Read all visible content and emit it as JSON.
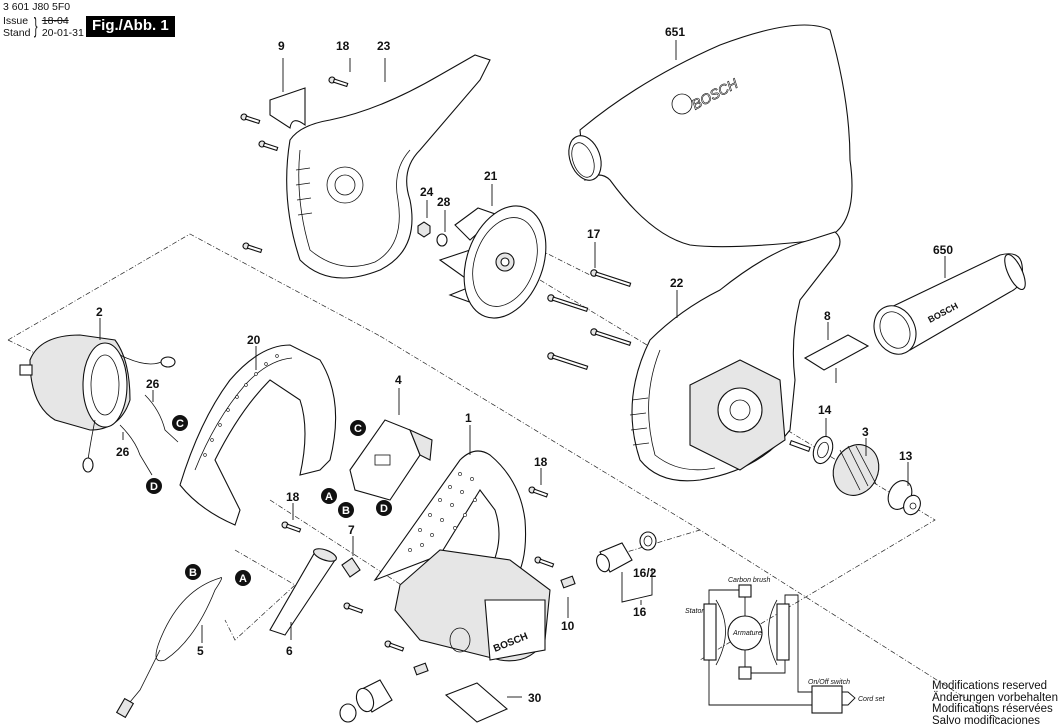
{
  "header": {
    "doc_number": "3 601 J80 5F0",
    "issue_label": "Issue",
    "stand_label": "Stand",
    "issue_value": "18-04",
    "stand_value": "20-01-31",
    "figure_label": "Fig./Abb. 1"
  },
  "footer": {
    "notes": [
      "Modifications reserved",
      "Änderungen vorbehalten",
      "Modifications réservées",
      "Salvo modificaciones"
    ]
  },
  "parts": {
    "p9": "9",
    "p18a": "18",
    "p23": "23",
    "p651": "651",
    "p24": "24",
    "p28": "28",
    "p21": "21",
    "p17": "17",
    "p22": "22",
    "p650": "650",
    "p8": "8",
    "p2": "2",
    "p20": "20",
    "p4": "4",
    "p26a": "26",
    "p26b": "26",
    "p1": "1",
    "p18b": "18",
    "p18c": "18",
    "p7": "7",
    "p14": "14",
    "p3": "3",
    "p13": "13",
    "p5": "5",
    "p6": "6",
    "p10": "10",
    "p16_2": "16/2",
    "p16": "16",
    "p30": "30"
  },
  "connectors": {
    "c1": "C",
    "c2": "D",
    "c3": "C",
    "c4": "A",
    "c5": "B",
    "c6": "D",
    "c7": "B",
    "c8": "A"
  },
  "brand": {
    "bag_logo": "BOSCH",
    "nozzle_logo": "BOSCH",
    "housing_logo": "BOSCH"
  },
  "wiring": {
    "carbon_brush": "Carbon brush",
    "stator": "Stator",
    "armature": "Armature",
    "switch": "On/Off switch",
    "cord_set": "Cord set"
  }
}
